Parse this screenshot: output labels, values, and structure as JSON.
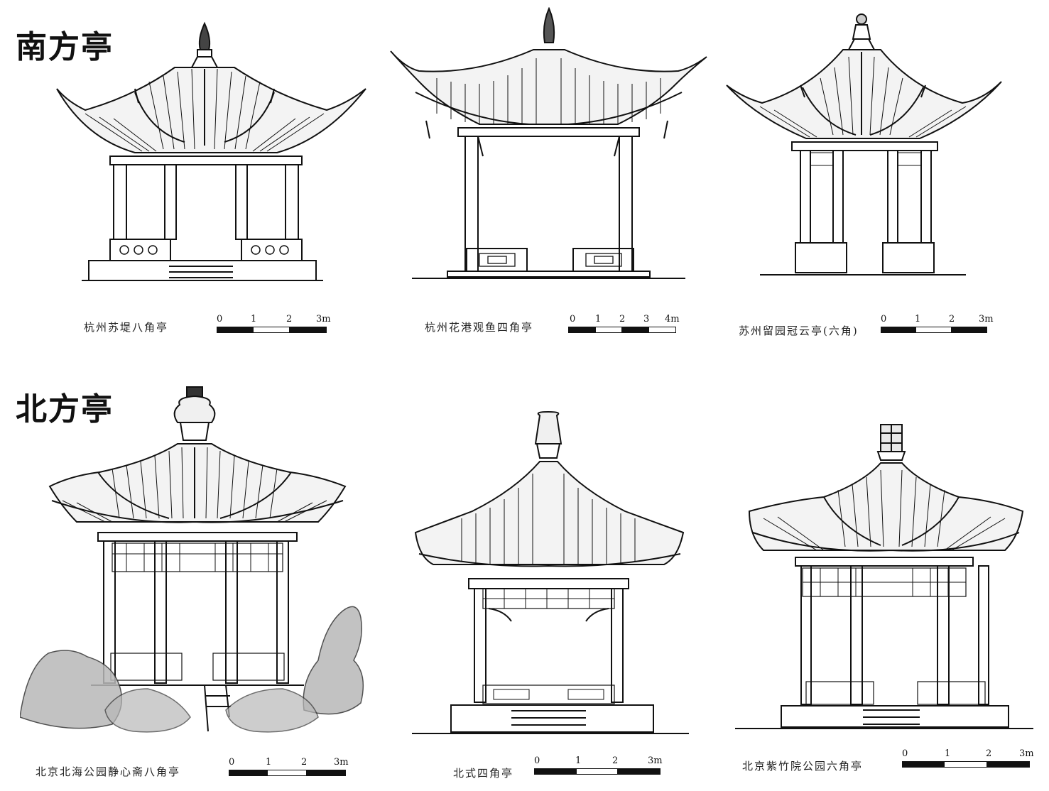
{
  "sections": {
    "south": {
      "title": "南方亭"
    },
    "north": {
      "title": "北方亭"
    }
  },
  "pavilions": [
    {
      "id": "hangzhou-sudi",
      "caption": "杭州苏堤八角亭",
      "scale": [
        "0",
        "1",
        "2",
        "3m"
      ]
    },
    {
      "id": "hangzhou-huagang",
      "caption": "杭州花港观鱼四角亭",
      "scale": [
        "0",
        "1",
        "2",
        "3",
        "4m"
      ]
    },
    {
      "id": "suzhou-liuyuan",
      "caption": "苏州留园冠云亭(六角)",
      "scale": [
        "0",
        "1",
        "2",
        "3m"
      ]
    },
    {
      "id": "beijing-beihai",
      "caption": "北京北海公园静心斋八角亭",
      "scale": [
        "0",
        "1",
        "2",
        "3m"
      ]
    },
    {
      "id": "north-style",
      "caption": "北式四角亭",
      "scale": [
        "0",
        "1",
        "2",
        "3m"
      ]
    },
    {
      "id": "beijing-zizhuyuan",
      "caption": "北京紫竹院公园六角亭",
      "scale": [
        "0",
        "1",
        "2",
        "3m"
      ]
    }
  ]
}
